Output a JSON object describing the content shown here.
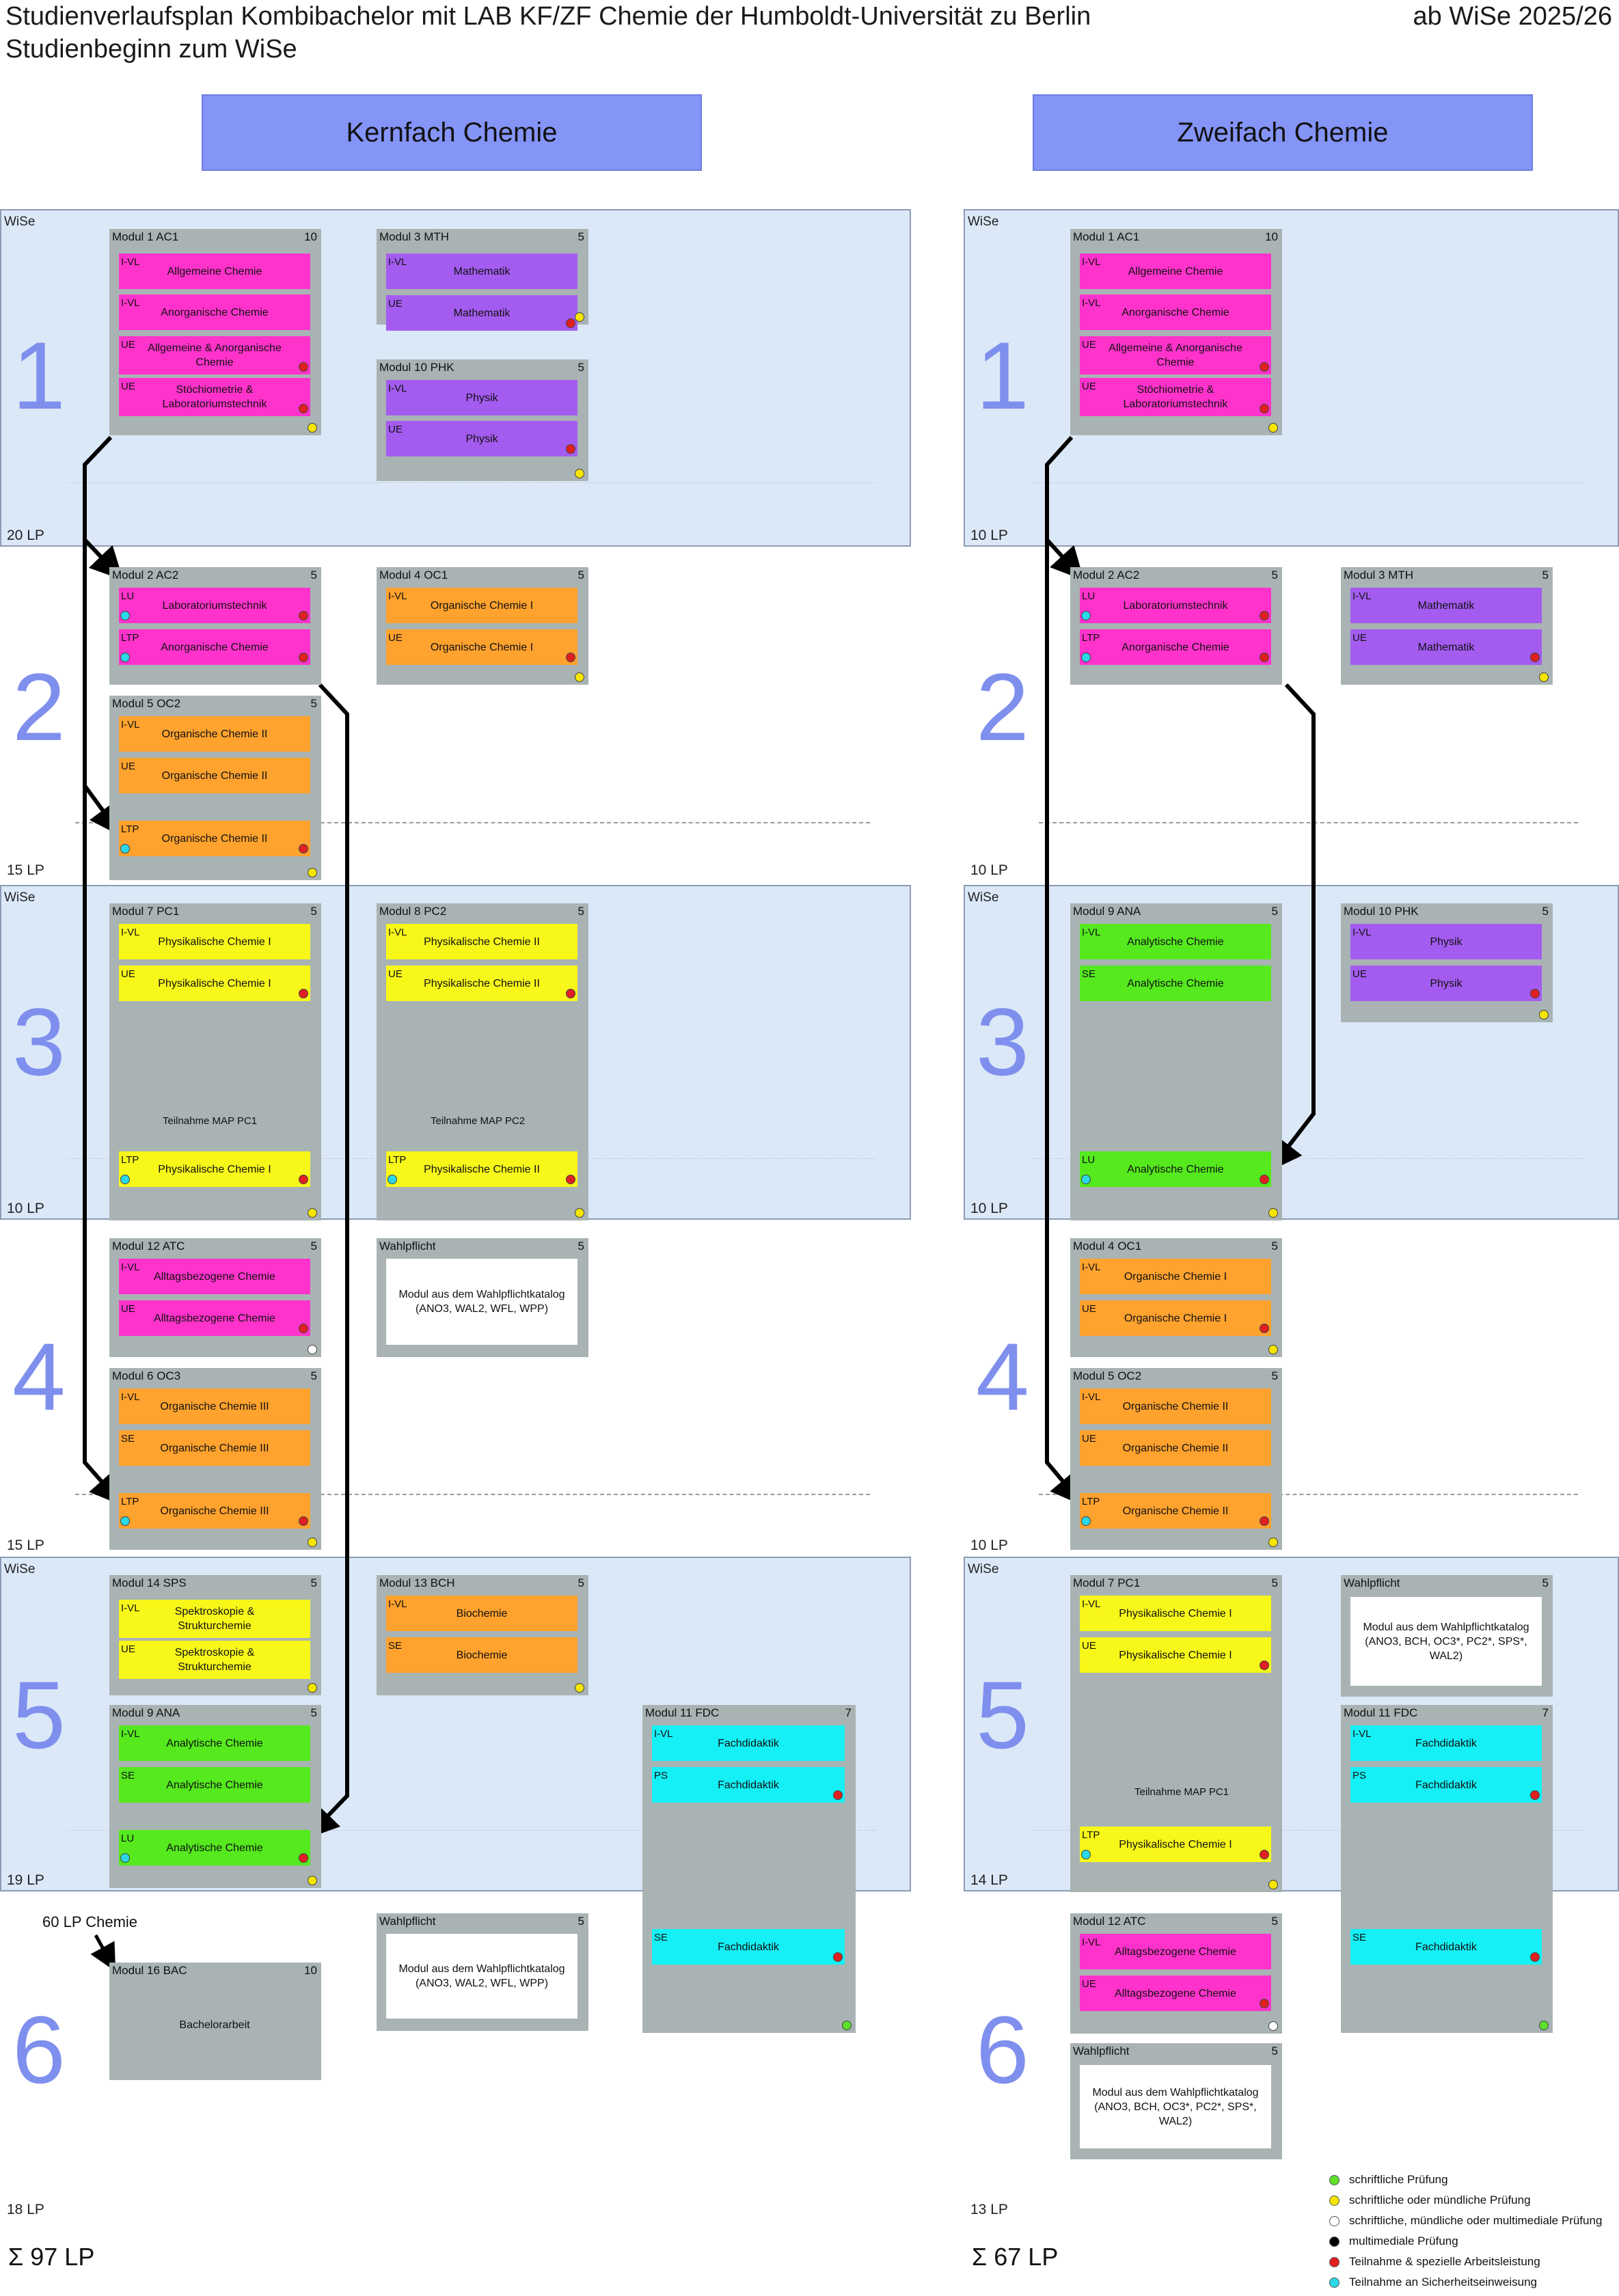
{
  "header": {
    "title": "Studienverlaufsplan Kombibachelor mit LAB KF/ZF Chemie der Humboldt-Universität zu Berlin",
    "subtitle": "Studienbeginn zum WiSe",
    "date": "ab WiSe 2025/26"
  },
  "columns": {
    "left": "Kernfach Chemie",
    "right": "Zweifach Chemie"
  },
  "colors": {
    "magenta": "#ff33cc",
    "purple": "#a45cf0",
    "orange": "#ffa22e",
    "yellow": "#f7f71a",
    "green": "#55e91e",
    "cyan": "#14f0f5",
    "module_grey": "#a9b3b3",
    "winter": "#dbe8f8",
    "semester_number": "#7f8fee",
    "dot_yellow": "#f5e500",
    "dot_red": "#e02020",
    "dot_cyan": "#2ad8e8",
    "dot_green": "#5ce02a",
    "dot_white": "#ffffff",
    "dot_black": "#000000"
  },
  "semester_tags": {
    "wise": "WiSe"
  },
  "semesters": {
    "numbers": [
      "1",
      "2",
      "3",
      "4",
      "5",
      "6"
    ],
    "left_lp": [
      "20 LP",
      "15 LP",
      "10 LP",
      "15 LP",
      "19 LP",
      "18 LP"
    ],
    "right_lp": [
      "10 LP",
      "10 LP",
      "10 LP",
      "10 LP",
      "14 LP",
      "13 LP"
    ]
  },
  "sums": {
    "left": "Σ 97 LP",
    "right": "Σ 67 LP"
  },
  "annotations": {
    "sixty_lp": "60 LP Chemie",
    "map_pc1": "Teilnahme MAP PC1",
    "map_pc2": "Teilnahme MAP PC2"
  },
  "left_modules": [
    {
      "code": "Modul 1  AC1",
      "lp": "10",
      "courses": [
        {
          "type": "I-VL",
          "name": "Allgemeine Chemie",
          "color": "magenta"
        },
        {
          "type": "I-VL",
          "name": "Anorganische Chemie",
          "color": "magenta"
        },
        {
          "type": "UE",
          "name": "Allgemeine & Anorganische Chemie",
          "color": "magenta",
          "dot": "red"
        },
        {
          "type": "UE",
          "name": "Stöchiometrie & Laboratoriumstechnik",
          "color": "magenta",
          "dot": "red"
        }
      ],
      "mdot": "yellow"
    },
    {
      "code": "Modul 3  MTH",
      "lp": "5",
      "courses": [
        {
          "type": "I-VL",
          "name": "Mathematik",
          "color": "purple"
        },
        {
          "type": "UE",
          "name": "Mathematik",
          "color": "purple",
          "dot": "red"
        }
      ],
      "mdot": "yellow"
    },
    {
      "code": "Modul 10  PHK",
      "lp": "5",
      "courses": [
        {
          "type": "I-VL",
          "name": "Physik",
          "color": "purple"
        },
        {
          "type": "UE",
          "name": "Physik",
          "color": "purple",
          "dot": "red"
        }
      ],
      "mdot": "yellow"
    },
    {
      "code": "Modul 2  AC2",
      "lp": "5",
      "courses": [
        {
          "type": "LU",
          "name": "Laboratoriumstechnik",
          "color": "magenta",
          "dot": "cyan",
          "dot2": "red"
        },
        {
          "type": "LTP",
          "name": "Anorganische Chemie",
          "color": "magenta",
          "dot": "cyan",
          "dot2": "red"
        }
      ]
    },
    {
      "code": "Modul 4  OC1",
      "lp": "5",
      "courses": [
        {
          "type": "I-VL",
          "name": "Organische Chemie I",
          "color": "orange"
        },
        {
          "type": "UE",
          "name": "Organische Chemie I",
          "color": "orange",
          "dot": "red"
        }
      ],
      "mdot": "yellow"
    },
    {
      "code": "Modul 5  OC2",
      "lp": "5",
      "courses": [
        {
          "type": "I-VL",
          "name": "Organische Chemie II",
          "color": "orange"
        },
        {
          "type": "UE",
          "name": "Organische Chemie II",
          "color": "orange"
        },
        {
          "type": "LTP",
          "name": "Organische Chemie II",
          "color": "orange",
          "dot": "cyan",
          "dot2": "red"
        }
      ],
      "mdot": "yellow"
    },
    {
      "code": "Modul 7  PC1",
      "lp": "5",
      "courses": [
        {
          "type": "I-VL",
          "name": "Physikalische Chemie I",
          "color": "yellow"
        },
        {
          "type": "UE",
          "name": "Physikalische Chemie I",
          "color": "yellow",
          "dot": "red"
        },
        {
          "type": "LTP",
          "name": "Physikalische Chemie I",
          "color": "yellow",
          "dot": "cyan",
          "dot2": "red"
        }
      ],
      "mdot": "yellow"
    },
    {
      "code": "Modul 8  PC2",
      "lp": "5",
      "courses": [
        {
          "type": "I-VL",
          "name": "Physikalische Chemie II",
          "color": "yellow"
        },
        {
          "type": "UE",
          "name": "Physikalische Chemie II",
          "color": "yellow",
          "dot": "red"
        },
        {
          "type": "LTP",
          "name": "Physikalische Chemie II",
          "color": "yellow",
          "dot": "cyan",
          "dot2": "red"
        }
      ],
      "mdot": "yellow"
    },
    {
      "code": "Modul 12  ATC",
      "lp": "5",
      "courses": [
        {
          "type": "I-VL",
          "name": "Alltagsbezogene Chemie",
          "color": "magenta"
        },
        {
          "type": "UE",
          "name": "Alltagsbezogene Chemie",
          "color": "magenta",
          "dot": "red"
        }
      ],
      "mdot": "white"
    },
    {
      "code": "Wahlpflicht",
      "lp": "5",
      "text": "Modul aus dem Wahlpflichtkatalog (ANO3, WAL2, WFL, WPP)"
    },
    {
      "code": "Modul 6  OC3",
      "lp": "5",
      "courses": [
        {
          "type": "I-VL",
          "name": "Organische Chemie III",
          "color": "orange"
        },
        {
          "type": "SE",
          "name": "Organische Chemie III",
          "color": "orange"
        },
        {
          "type": "LTP",
          "name": "Organische Chemie III",
          "color": "orange",
          "dot": "cyan",
          "dot2": "red"
        }
      ],
      "mdot": "yellow"
    },
    {
      "code": "Modul 14  SPS",
      "lp": "5",
      "courses": [
        {
          "type": "I-VL",
          "name": "Spektroskopie & Strukturchemie",
          "color": "yellow"
        },
        {
          "type": "UE",
          "name": "Spektroskopie & Strukturchemie",
          "color": "yellow"
        }
      ],
      "mdot": "yellow"
    },
    {
      "code": "Modul 13  BCH",
      "lp": "5",
      "courses": [
        {
          "type": "I-VL",
          "name": "Biochemie",
          "color": "orange"
        },
        {
          "type": "SE",
          "name": "Biochemie",
          "color": "orange"
        }
      ],
      "mdot": "yellow"
    },
    {
      "code": "Modul 9  ANA",
      "lp": "5",
      "courses": [
        {
          "type": "I-VL",
          "name": "Analytische Chemie",
          "color": "green"
        },
        {
          "type": "SE",
          "name": "Analytische Chemie",
          "color": "green"
        },
        {
          "type": "LU",
          "name": "Analytische Chemie",
          "color": "green",
          "dot": "cyan",
          "dot2": "red"
        }
      ],
      "mdot": "yellow"
    },
    {
      "code": "Modul 11  FDC",
      "lp": "7",
      "courses": [
        {
          "type": "I-VL",
          "name": "Fachdidaktik",
          "color": "cyan"
        },
        {
          "type": "PS",
          "name": "Fachdidaktik",
          "color": "cyan",
          "dot": "red"
        },
        {
          "type": "SE",
          "name": "Fachdidaktik",
          "color": "cyan",
          "dot": "red"
        }
      ],
      "mdot": "green"
    },
    {
      "code": "Modul 16  BAC",
      "lp": "10",
      "plain": "Bachelorarbeit"
    },
    {
      "code": "Wahlpflicht",
      "lp": "5",
      "text": "Modul aus dem Wahlpflichtkatalog (ANO3, WAL2, WFL, WPP)"
    }
  ],
  "right_modules": [
    {
      "code": "Modul 1  AC1",
      "lp": "10",
      "courses": [
        {
          "type": "I-VL",
          "name": "Allgemeine Chemie",
          "color": "magenta"
        },
        {
          "type": "I-VL",
          "name": "Anorganische Chemie",
          "color": "magenta"
        },
        {
          "type": "UE",
          "name": "Allgemeine & Anorganische Chemie",
          "color": "magenta",
          "dot": "red"
        },
        {
          "type": "UE",
          "name": "Stöchiometrie & Laboratoriumstechnik",
          "color": "magenta",
          "dot": "red"
        }
      ],
      "mdot": "yellow"
    },
    {
      "code": "Modul 2  AC2",
      "lp": "5",
      "courses": [
        {
          "type": "LU",
          "name": "Laboratoriumstechnik",
          "color": "magenta",
          "dot": "cyan",
          "dot2": "red"
        },
        {
          "type": "LTP",
          "name": "Anorganische Chemie",
          "color": "magenta",
          "dot": "cyan",
          "dot2": "red"
        }
      ]
    },
    {
      "code": "Modul 3  MTH",
      "lp": "5",
      "courses": [
        {
          "type": "I-VL",
          "name": "Mathematik",
          "color": "purple"
        },
        {
          "type": "UE",
          "name": "Mathematik",
          "color": "purple",
          "dot": "red"
        }
      ],
      "mdot": "yellow"
    },
    {
      "code": "Modul 9  ANA",
      "lp": "5",
      "courses": [
        {
          "type": "I-VL",
          "name": "Analytische Chemie",
          "color": "green"
        },
        {
          "type": "SE",
          "name": "Analytische Chemie",
          "color": "green"
        },
        {
          "type": "LU",
          "name": "Analytische Chemie",
          "color": "green",
          "dot": "cyan",
          "dot2": "red"
        }
      ],
      "mdot": "yellow"
    },
    {
      "code": "Modul 10  PHK",
      "lp": "5",
      "courses": [
        {
          "type": "I-VL",
          "name": "Physik",
          "color": "purple"
        },
        {
          "type": "UE",
          "name": "Physik",
          "color": "purple",
          "dot": "red"
        }
      ],
      "mdot": "yellow"
    },
    {
      "code": "Modul 4  OC1",
      "lp": "5",
      "courses": [
        {
          "type": "I-VL",
          "name": "Organische Chemie I",
          "color": "orange"
        },
        {
          "type": "UE",
          "name": "Organische Chemie I",
          "color": "orange",
          "dot": "red"
        }
      ],
      "mdot": "yellow"
    },
    {
      "code": "Modul 5  OC2",
      "lp": "5",
      "courses": [
        {
          "type": "I-VL",
          "name": "Organische Chemie II",
          "color": "orange"
        },
        {
          "type": "UE",
          "name": "Organische Chemie II",
          "color": "orange"
        },
        {
          "type": "LTP",
          "name": "Organische Chemie II",
          "color": "orange",
          "dot": "cyan",
          "dot2": "red"
        }
      ],
      "mdot": "yellow"
    },
    {
      "code": "Modul 7  PC1",
      "lp": "5",
      "courses": [
        {
          "type": "I-VL",
          "name": "Physikalische Chemie I",
          "color": "yellow"
        },
        {
          "type": "UE",
          "name": "Physikalische Chemie I",
          "color": "yellow",
          "dot": "red"
        },
        {
          "type": "LTP",
          "name": "Physikalische Chemie I",
          "color": "yellow",
          "dot": "cyan",
          "dot2": "red"
        }
      ],
      "mdot": "yellow"
    },
    {
      "code": "Wahlpflicht",
      "lp": "5",
      "text": "Modul aus dem Wahlpflichtkatalog (ANO3, BCH, OC3*, PC2*, SPS*, WAL2)"
    },
    {
      "code": "Modul 11  FDC",
      "lp": "7",
      "courses": [
        {
          "type": "I-VL",
          "name": "Fachdidaktik",
          "color": "cyan"
        },
        {
          "type": "PS",
          "name": "Fachdidaktik",
          "color": "cyan",
          "dot": "red"
        },
        {
          "type": "SE",
          "name": "Fachdidaktik",
          "color": "cyan",
          "dot": "red"
        }
      ],
      "mdot": "green"
    },
    {
      "code": "Modul 12  ATC",
      "lp": "5",
      "courses": [
        {
          "type": "I-VL",
          "name": "Alltagsbezogene Chemie",
          "color": "magenta"
        },
        {
          "type": "UE",
          "name": "Alltagsbezogene Chemie",
          "color": "magenta",
          "dot": "red"
        }
      ],
      "mdot": "white"
    },
    {
      "code": "Wahlpflicht",
      "lp": "5",
      "text": "Modul aus dem Wahlpflichtkatalog (ANO3, BCH, OC3*, PC2*, SPS*, WAL2)"
    }
  ],
  "legend": [
    {
      "label": "schriftliche Prüfung",
      "color": "#5ce02a"
    },
    {
      "label": "schriftliche oder mündliche Prüfung",
      "color": "#f5e500"
    },
    {
      "label": "schriftliche, mündliche oder multimediale Prüfung",
      "color": "#ffffff"
    },
    {
      "label": "multimediale Prüfung",
      "color": "#000000"
    },
    {
      "label": "Teilnahme & spezielle Arbeitsleistung",
      "color": "#e02020"
    },
    {
      "label": "Teilnahme an Sicherheitseinweisung",
      "color": "#2ad8e8"
    }
  ]
}
